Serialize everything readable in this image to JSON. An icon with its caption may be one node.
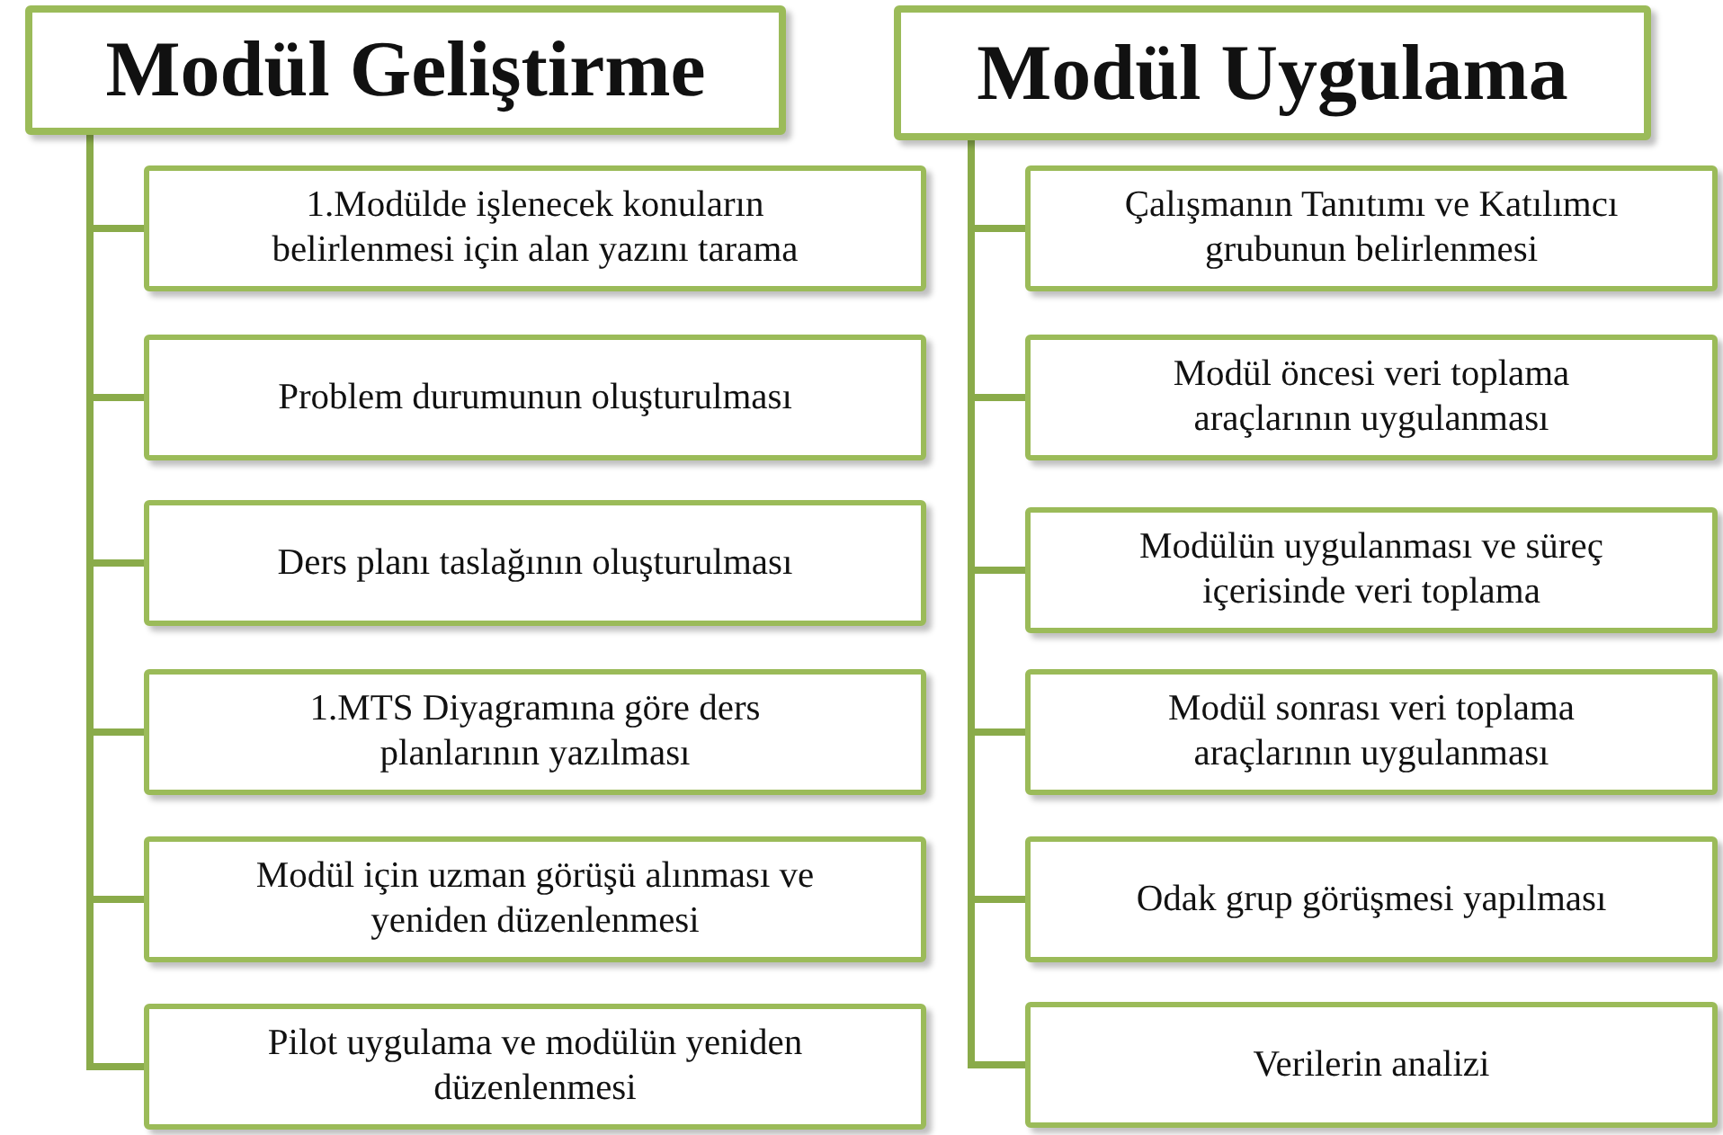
{
  "diagram": {
    "nodes": [
      {
        "text": [
          "Modül Geliştirme"
        ]
      },
      {
        "text": [
          "1.Modülde işlenecek konuların belirlenmesi için alan yazını tarama"
        ]
      },
      {
        "text": [
          "Problem durumunun oluşturulması"
        ]
      },
      {
        "text": [
          "Ders planı taslağının oluşturulması"
        ]
      },
      {
        "text": [
          "1.MTS Diyagramına göre ders planlarının yazılması"
        ]
      },
      {
        "text": [
          "Modül için uzman görüşü alınması ve yeniden düzenlenmesi"
        ]
      },
      {
        "text": [
          "Pilot uygulama ve modülün yeniden düzenlenmesi"
        ]
      },
      {
        "text": [
          "Modül Uygulama"
        ]
      },
      {
        "text": [
          "Çalışmanın Tanıtımı ve Katılımcı grubunun belirlenmesi"
        ]
      },
      {
        "text": [
          "Modül öncesi veri toplama araçlarının uygulanması"
        ]
      },
      {
        "text": [
          "Modülün uygulanması ve süreç içerisinde veri toplama"
        ]
      },
      {
        "text": [
          "Modül sonrası  veri toplama araçlarının uygulanması"
        ]
      },
      {
        "text": [
          "Odak grup görüşmesi yapılması"
        ]
      },
      {
        "text": [
          "Verilerin analizi"
        ]
      }
    ],
    "edges": [
      {
        "from": 0,
        "to": 1,
        "arrow": "none"
      },
      {
        "from": 0,
        "to": 2,
        "arrow": "none"
      },
      {
        "from": 0,
        "to": 3,
        "arrow": "none"
      },
      {
        "from": 0,
        "to": 4,
        "arrow": "none"
      },
      {
        "from": 0,
        "to": 5,
        "arrow": "none"
      },
      {
        "from": 0,
        "to": 6,
        "arrow": "none"
      },
      {
        "from": 7,
        "to": 8,
        "arrow": "none"
      },
      {
        "from": 7,
        "to": 9,
        "arrow": "none"
      },
      {
        "from": 7,
        "to": 10,
        "arrow": "none"
      },
      {
        "from": 7,
        "to": 11,
        "arrow": "none"
      },
      {
        "from": 7,
        "to": 12,
        "arrow": "none"
      },
      {
        "from": 7,
        "to": 13,
        "arrow": "none"
      }
    ]
  }
}
